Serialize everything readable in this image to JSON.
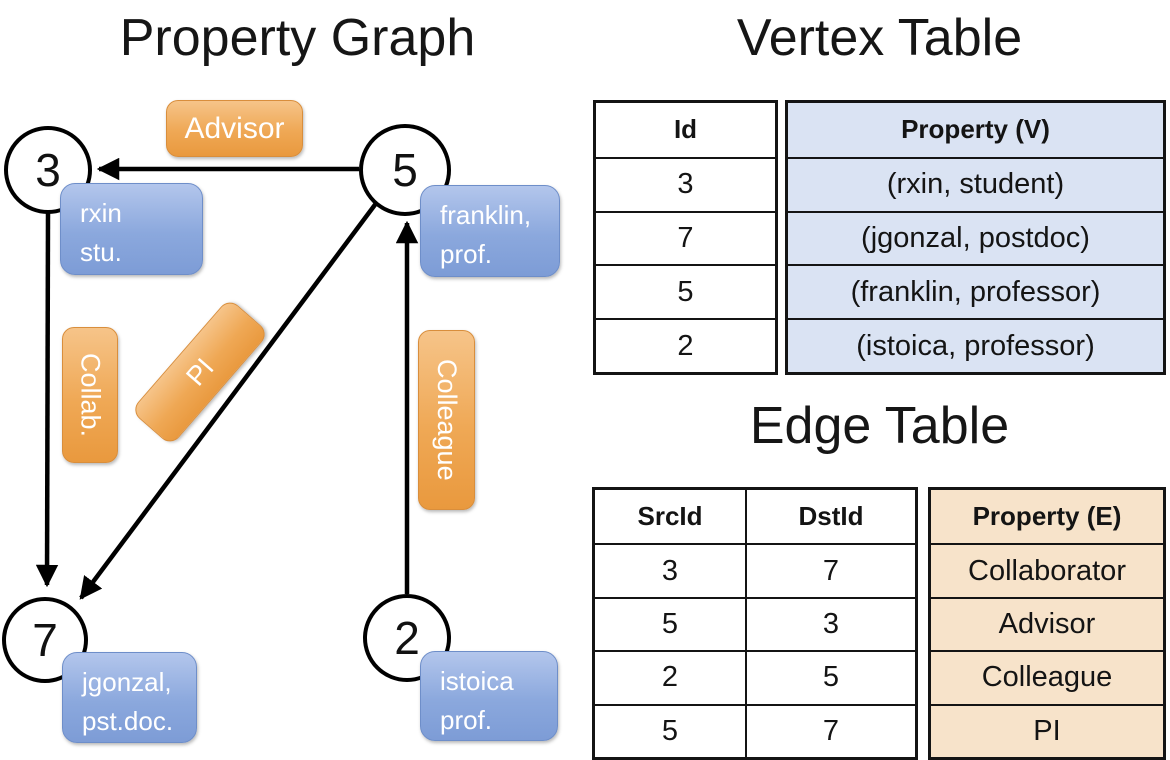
{
  "titles": {
    "property_graph": "Property Graph",
    "vertex_table": "Vertex Table",
    "edge_table": "Edge Table"
  },
  "graph": {
    "nodes": [
      {
        "id": "3",
        "property_line1": "rxin",
        "property_line2": "stu."
      },
      {
        "id": "5",
        "property_line1": "franklin,",
        "property_line2": "prof."
      },
      {
        "id": "7",
        "property_line1": "jgonzal,",
        "property_line2": "pst.doc."
      },
      {
        "id": "2",
        "property_line1": "istoica",
        "property_line2": "prof."
      }
    ],
    "edges": [
      {
        "label": "Advisor",
        "src": "5",
        "dst": "3"
      },
      {
        "label": "Collab.",
        "src": "3",
        "dst": "7"
      },
      {
        "label": "PI",
        "src": "5",
        "dst": "7"
      },
      {
        "label": "Colleague",
        "src": "2",
        "dst": "5"
      }
    ]
  },
  "vertex_table": {
    "headers": {
      "id": "Id",
      "property": "Property (V)"
    },
    "rows": [
      [
        "3",
        "(rxin, student)"
      ],
      [
        "7",
        "(jgonzal, postdoc)"
      ],
      [
        "5",
        "(franklin, professor)"
      ],
      [
        "2",
        "(istoica, professor)"
      ]
    ]
  },
  "edge_table": {
    "headers": {
      "src": "SrcId",
      "dst": "DstId",
      "property": "Property (E)"
    },
    "rows": [
      [
        "3",
        "7",
        "Collaborator"
      ],
      [
        "5",
        "3",
        "Advisor"
      ],
      [
        "2",
        "5",
        "Colleague"
      ],
      [
        "5",
        "7",
        "PI"
      ]
    ]
  },
  "colors": {
    "edge_label_fill": "#efa855",
    "node_property_fill": "#8ba8dd",
    "vertex_property_cell": "#dae3f3",
    "edge_property_cell": "#f7e3ca",
    "table_border": "#141414"
  }
}
